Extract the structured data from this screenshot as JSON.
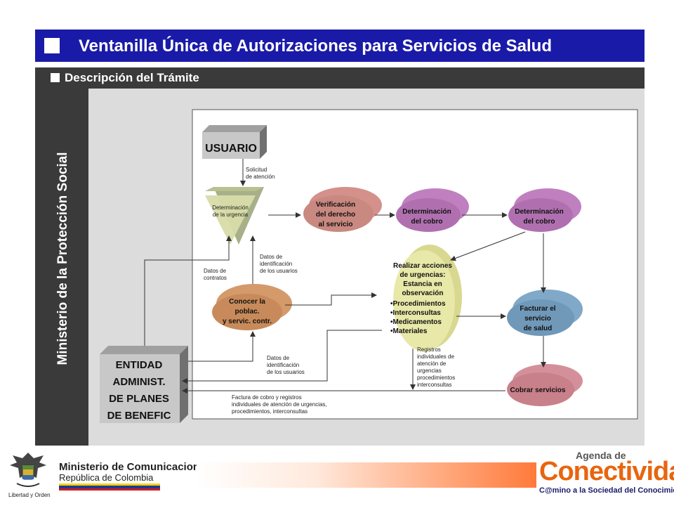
{
  "header": {
    "title": "Ventanilla Única de Autorizaciones para Servicios de Salud",
    "subtitle": "Descripción del Trámite",
    "side_label": "Ministerio de la Protección Social"
  },
  "diagram": {
    "usuario": "USUARIO",
    "entidad": [
      "ENTIDAD",
      "ADMINIST.",
      "DE PLANES",
      "DE BENEFIC"
    ],
    "triangle": [
      "Determinación",
      "de la urgencia"
    ],
    "nodes": {
      "verificacion": [
        "Verificación",
        "del derecho",
        "al servicio"
      ],
      "cobro1": [
        "Determinación",
        "del cobro"
      ],
      "cobro2": [
        "Determinación",
        "del cobro"
      ],
      "conocer": [
        "Conocer la",
        "poblac.",
        "y servic. contr."
      ],
      "acciones": [
        "Realizar acciones",
        "de urgencias:",
        "Estancia en",
        "observación",
        "•Procedimientos",
        "•Interconsultas",
        "•Medicamentos",
        "•Materiales"
      ],
      "facturar": [
        "Facturar el",
        "servicio",
        "de salud"
      ],
      "cobrar": [
        "Cobrar servicios"
      ]
    },
    "labels": {
      "solicitud": [
        "Solicitud",
        "de atención"
      ],
      "datos_contratos": [
        "Datos de",
        "contratos"
      ],
      "datos_id1": [
        "Datos de",
        "identificación",
        "de los usuarios"
      ],
      "datos_id2": [
        "Datos de",
        "identificación",
        "de los usuarios"
      ],
      "registros": [
        "Registros",
        "individuales de",
        "atención de",
        "urgencias",
        "procedimientos",
        "interconsultas"
      ],
      "factura": [
        "Factura de cobro y registros",
        "individuales de atención de urgencias,",
        "procedimientos, interconsultas"
      ]
    }
  },
  "footer": {
    "ministry_name": "Ministerio de Comunicaciones",
    "ministry_sub": "República de Colombia",
    "crest_caption": "Libertad y Orden",
    "agenda_de": "Agenda de",
    "conectividad": "Conectividad",
    "tagline": "C@mino a la Sociedad del Conocimiento"
  },
  "colors": {
    "title_bar": "#1a1aa8",
    "dark_band": "#3a3a3a",
    "content_bg": "#dcdcdc",
    "node_pink": "#d4908a",
    "node_purple": "#c080c0",
    "node_tan": "#d49a6a",
    "node_yellow": "#e8e8a0",
    "node_blue": "#80a8c8",
    "flag_yellow": "#f5d000",
    "flag_blue": "#1a3a9a",
    "flag_red": "#d0201a",
    "accent_orange": "#e8650f"
  }
}
